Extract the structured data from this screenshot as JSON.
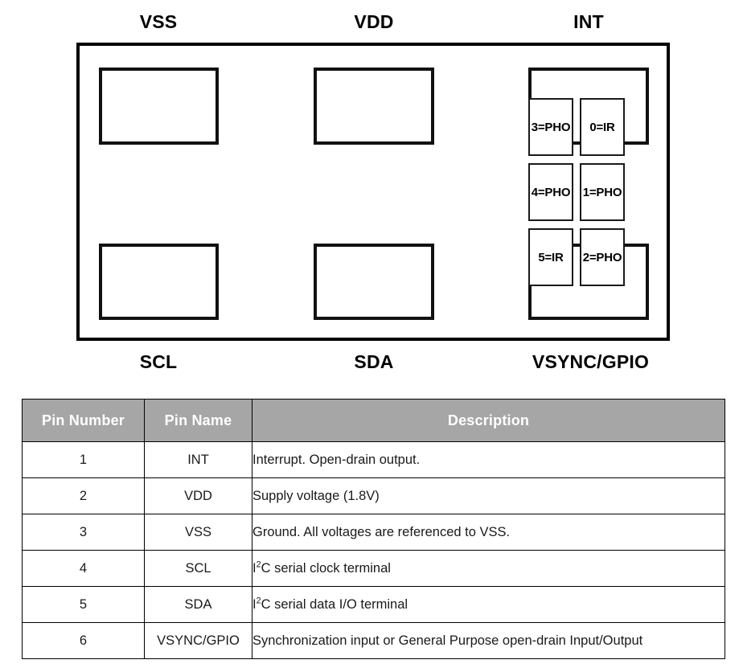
{
  "diagram": {
    "name": "package-pinout-top-view",
    "pad_labels": {
      "top_left": "VSS",
      "top_center": "VDD",
      "top_right": "INT",
      "bottom_left": "SCL",
      "bottom_center": "SDA",
      "bottom_right": "VSYNC/GPIO"
    },
    "sensor_cells": [
      {
        "id": "cell-3",
        "label": "3=PHO",
        "column": "left",
        "row": 1
      },
      {
        "id": "cell-0",
        "label": "0=IR",
        "column": "right",
        "row": 1
      },
      {
        "id": "cell-4",
        "label": "4=PHO",
        "column": "left",
        "row": 2
      },
      {
        "id": "cell-1",
        "label": "1=PHO",
        "column": "right",
        "row": 2
      },
      {
        "id": "cell-5",
        "label": "5=IR",
        "column": "left",
        "row": 3
      },
      {
        "id": "cell-2",
        "label": "2=PHO",
        "column": "right",
        "row": 3
      }
    ]
  },
  "table": {
    "headers": [
      "Pin Number",
      "Pin Name",
      "Description"
    ],
    "header_bg": "#a6a6a6",
    "header_text_color": "#ffffff",
    "rows": [
      {
        "number": "1",
        "name": "INT",
        "desc_pre": "Interrupt. Open-drain output.",
        "desc_sup": "",
        "desc_post": ""
      },
      {
        "number": "2",
        "name": "VDD",
        "desc_pre": "Supply voltage (1.8V)",
        "desc_sup": "",
        "desc_post": ""
      },
      {
        "number": "3",
        "name": "VSS",
        "desc_pre": "Ground. All voltages are referenced to VSS.",
        "desc_sup": "",
        "desc_post": ""
      },
      {
        "number": "4",
        "name": "SCL",
        "desc_pre": "I",
        "desc_sup": "2",
        "desc_post": "C serial clock terminal"
      },
      {
        "number": "5",
        "name": "SDA",
        "desc_pre": "I",
        "desc_sup": "2",
        "desc_post": "C serial data I/O terminal"
      },
      {
        "number": "6",
        "name": "VSYNC/GPIO",
        "desc_pre": "Synchronization input or General Purpose open-drain Input/Output",
        "desc_sup": "",
        "desc_post": ""
      }
    ]
  }
}
